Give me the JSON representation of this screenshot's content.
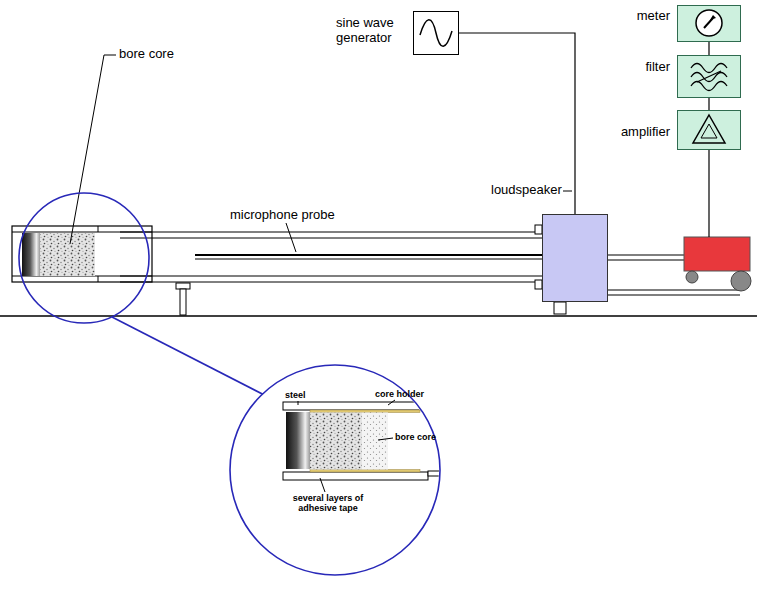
{
  "diagram": {
    "nodes": [
      {
        "text": [
          "sine wave generator"
        ]
      },
      {
        "text": [
          "loudspeaker"
        ]
      },
      {
        "text": [
          "meter"
        ]
      },
      {
        "text": [
          "filter"
        ]
      },
      {
        "text": [
          "amplifier"
        ]
      }
    ],
    "edges": [
      {
        "from": 0,
        "to": 1,
        "arrow": "none"
      },
      {
        "from": 2,
        "to": 3,
        "arrow": "none"
      },
      {
        "from": 3,
        "to": 4,
        "arrow": "none"
      }
    ],
    "labels": [
      "bore core",
      "microphone probe",
      "steel",
      "core holder",
      "bore core",
      "several layers of adhesive tape"
    ]
  }
}
